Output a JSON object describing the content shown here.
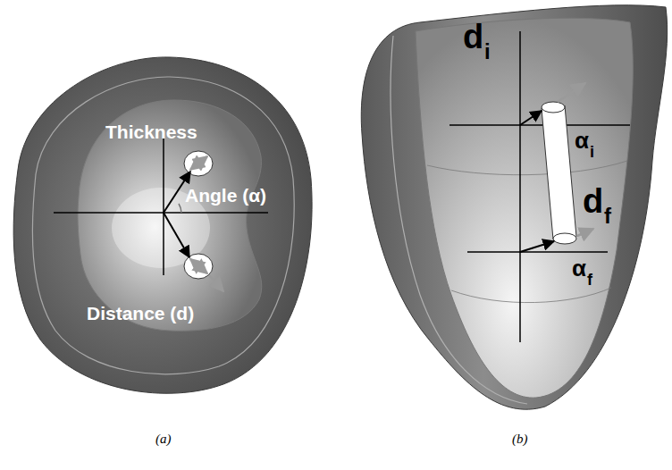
{
  "diagram": {
    "labels": [
      "Thickness",
      "Angle (α)",
      "Distance (d)",
      "d",
      "i",
      "α",
      "i",
      "d",
      "f",
      "α",
      "f",
      "(a)",
      "(b)"
    ]
  }
}
